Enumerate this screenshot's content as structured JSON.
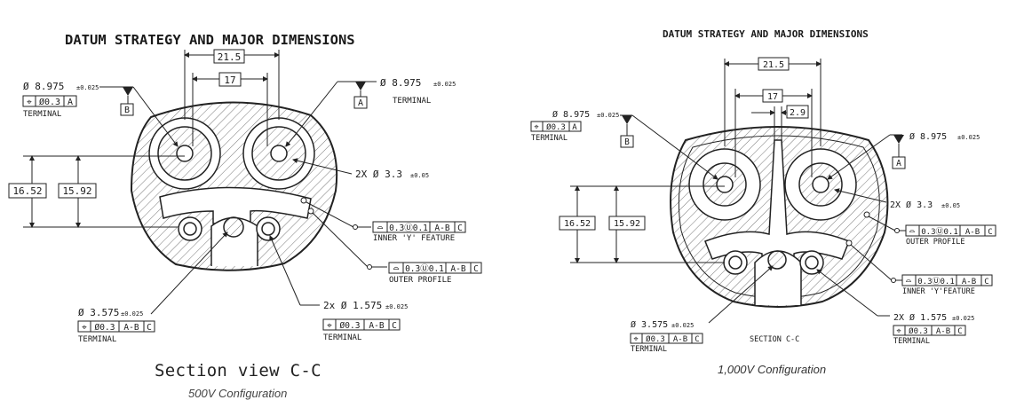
{
  "left": {
    "title": "DATUM STRATEGY AND MAJOR DIMENSIONS",
    "dim_21_5": "21.5",
    "dim_17": "17",
    "dim_16_52": "16.52",
    "dim_15_92": "15.92",
    "term_left_dia": "Ø 8.975",
    "term_left_tol": "±0.025",
    "term_left_fcf": [
      "⌖",
      "Ø0.3",
      "A"
    ],
    "term_left_label": "TERMINAL",
    "datum_b": "B",
    "term_right_dia": "Ø 8.975",
    "term_right_tol": "±0.025",
    "term_right_label": "TERMINAL",
    "datum_a": "A",
    "holes_dia": "2X Ø 3.3",
    "holes_tol": "±0.05",
    "inner_fcf": [
      "⌓",
      "0.3Ⓤ0.1",
      "A-B",
      "C"
    ],
    "inner_label": "INNER 'Y' FEATURE",
    "outer_fcf": [
      "⌓",
      "0.3Ⓤ0.1",
      "A-B",
      "C"
    ],
    "outer_label": "OUTER PROFILE",
    "center_dia": "Ø 3.575",
    "center_tol": "±0.025",
    "center_fcf": [
      "⌖",
      "Ø0.3",
      "A-B",
      "C"
    ],
    "center_label": "TERMINAL",
    "small_dia": "2x Ø 1.575",
    "small_tol": "±0.025",
    "small_fcf": [
      "⌖",
      "Ø0.3",
      "A-B",
      "C"
    ],
    "small_label": "TERMINAL",
    "caption": "Section view C-C",
    "subcaption": "500V Configuration"
  },
  "right": {
    "title": "DATUM STRATEGY AND MAJOR DIMENSIONS",
    "dim_21_5": "21.5",
    "dim_17": "17",
    "dim_2_9": "2.9",
    "dim_16_52": "16.52",
    "dim_15_92": "15.92",
    "term_left_dia": "Ø 8.975",
    "term_left_tol": "±0.025",
    "term_left_fcf": [
      "⌖",
      "Ø0.3",
      "A"
    ],
    "term_left_label": "TERMINAL",
    "datum_b": "B",
    "term_right_dia": "Ø 8.975",
    "term_right_tol": "±0.025",
    "datum_a": "A",
    "holes_dia": "2X Ø 3.3",
    "holes_tol": "±0.05",
    "outer_fcf": [
      "⌓",
      "0.3Ⓤ0.1",
      "A-B",
      "C"
    ],
    "outer_label": "OUTER PROFILE",
    "inner_fcf": [
      "⌓",
      "0.3Ⓤ0.1",
      "A-B",
      "C"
    ],
    "inner_label": "INNER 'Y'FEATURE",
    "center_dia": "Ø 3.575",
    "center_tol": "±0.025",
    "center_fcf": [
      "⌖",
      "Ø0.3",
      "A-B",
      "C"
    ],
    "center_label": "TERMINAL",
    "section_label": "SECTION C-C",
    "small_dia": "2X Ø 1.575",
    "small_tol": "±0.025",
    "small_fcf": [
      "⌖",
      "Ø0.3",
      "A-B",
      "C"
    ],
    "small_label": "TERMINAL",
    "caption": "1,000V Configuration"
  }
}
